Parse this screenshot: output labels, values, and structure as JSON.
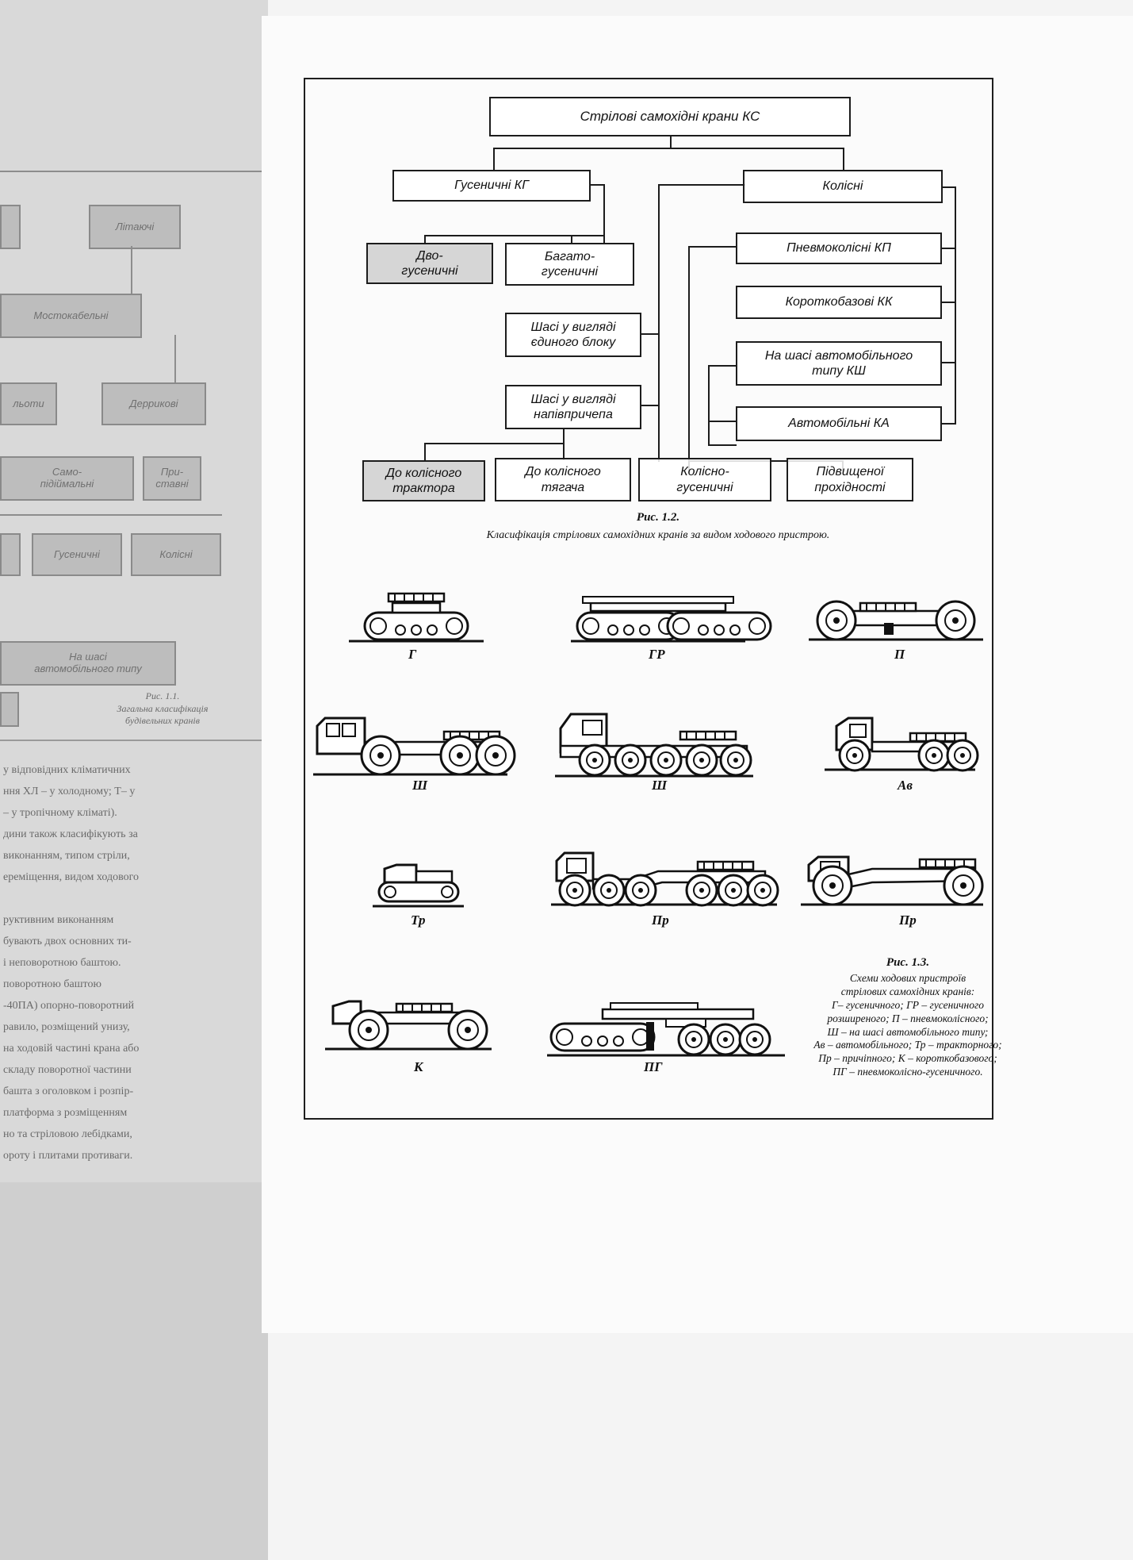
{
  "figure12": {
    "root": "Стрілові самохідні крани КС",
    "tracked": "Гусеничні КГ",
    "wheeled": "Колісні",
    "two_tracked": [
      "Дво-",
      "гусеничні"
    ],
    "multi_tracked": [
      "Багато-",
      "гусеничні"
    ],
    "chassis_single": [
      "Шасі у вигляді",
      "єдиного блоку"
    ],
    "chassis_semi": [
      "Шасі у вигляді",
      "напівпричепа"
    ],
    "to_tractor": [
      "До колісного",
      "трактора"
    ],
    "to_truck": [
      "До колісного",
      "тягача"
    ],
    "wheel_track": [
      "Колісно-",
      "гусеничні"
    ],
    "offroad": [
      "Підвищеної",
      "прохідності"
    ],
    "pneumatic": "Пневмоколісні КП",
    "short_base": "Короткобазові КК",
    "auto_chassis": [
      "На шасі автомобільного",
      "типу КШ"
    ],
    "automobile": "Автомобільні КА",
    "caption_title": "Рис. 1.2.",
    "caption_text": "Класифікація стрілових самохідних кранів за видом ходового пристрою."
  },
  "figure13": {
    "labels": {
      "g": "Г",
      "gr": "ГР",
      "p": "П",
      "sh1": "Ш",
      "sh2": "Ш",
      "av": "Ав",
      "tr": "Тр",
      "pr1": "Пр",
      "pr2": "Пр",
      "k": "К",
      "pg": "ПГ"
    },
    "caption_title": "Рис. 1.3.",
    "caption_lines": [
      "Схеми ходових пристроїв",
      "стрілових самохідних кранів:",
      "Г– гусеничного; ГР – гусеничного",
      "розширеного; П – пневмоколісного;",
      "Ш – на шасі автомобільного типу;",
      "Ав – автомобільного; Тр – тракторного;",
      "Пр – причіпного; К – короткобазового;",
      "ПГ – пневмоколісно-гусеничного."
    ]
  },
  "left_page": {
    "boxes": {
      "b1": "Літаючі",
      "b2": "Мостокабельні",
      "b3": "льоти",
      "b4": "Деррикові",
      "b5": [
        "Само-",
        "підіймальні"
      ],
      "b6": [
        "При-",
        "ставні"
      ],
      "b7": "Гусеничні",
      "b8": "Колісні",
      "b9": [
        "На шасі",
        "автомобільного типу"
      ]
    },
    "caption_title": "Рис. 1.1.",
    "caption_lines": [
      "Загальна класифікація",
      "будівельних кранів"
    ],
    "text_lines": [
      "у відповідних кліматичних",
      "ння ХЛ – у холодному; Т– у",
      "– у тропічному кліматі).",
      "дини також класифікують за",
      "виконанням, типом стріли,",
      "ереміщення, видом ходового",
      "",
      "руктивним виконанням",
      "бувають двох основних ти-",
      "і неповоротною баштою.",
      "поворотною баштою",
      "-40ПА) опорно-поворотний",
      "равило, розміщений унизу,",
      "на ходовій частині крана або",
      "складу поворотної частини",
      "башта з оголовком і розпір-",
      "платформа з розміщенням",
      "но та стріловою лебідками,",
      "ороту і плитами противаги."
    ]
  }
}
